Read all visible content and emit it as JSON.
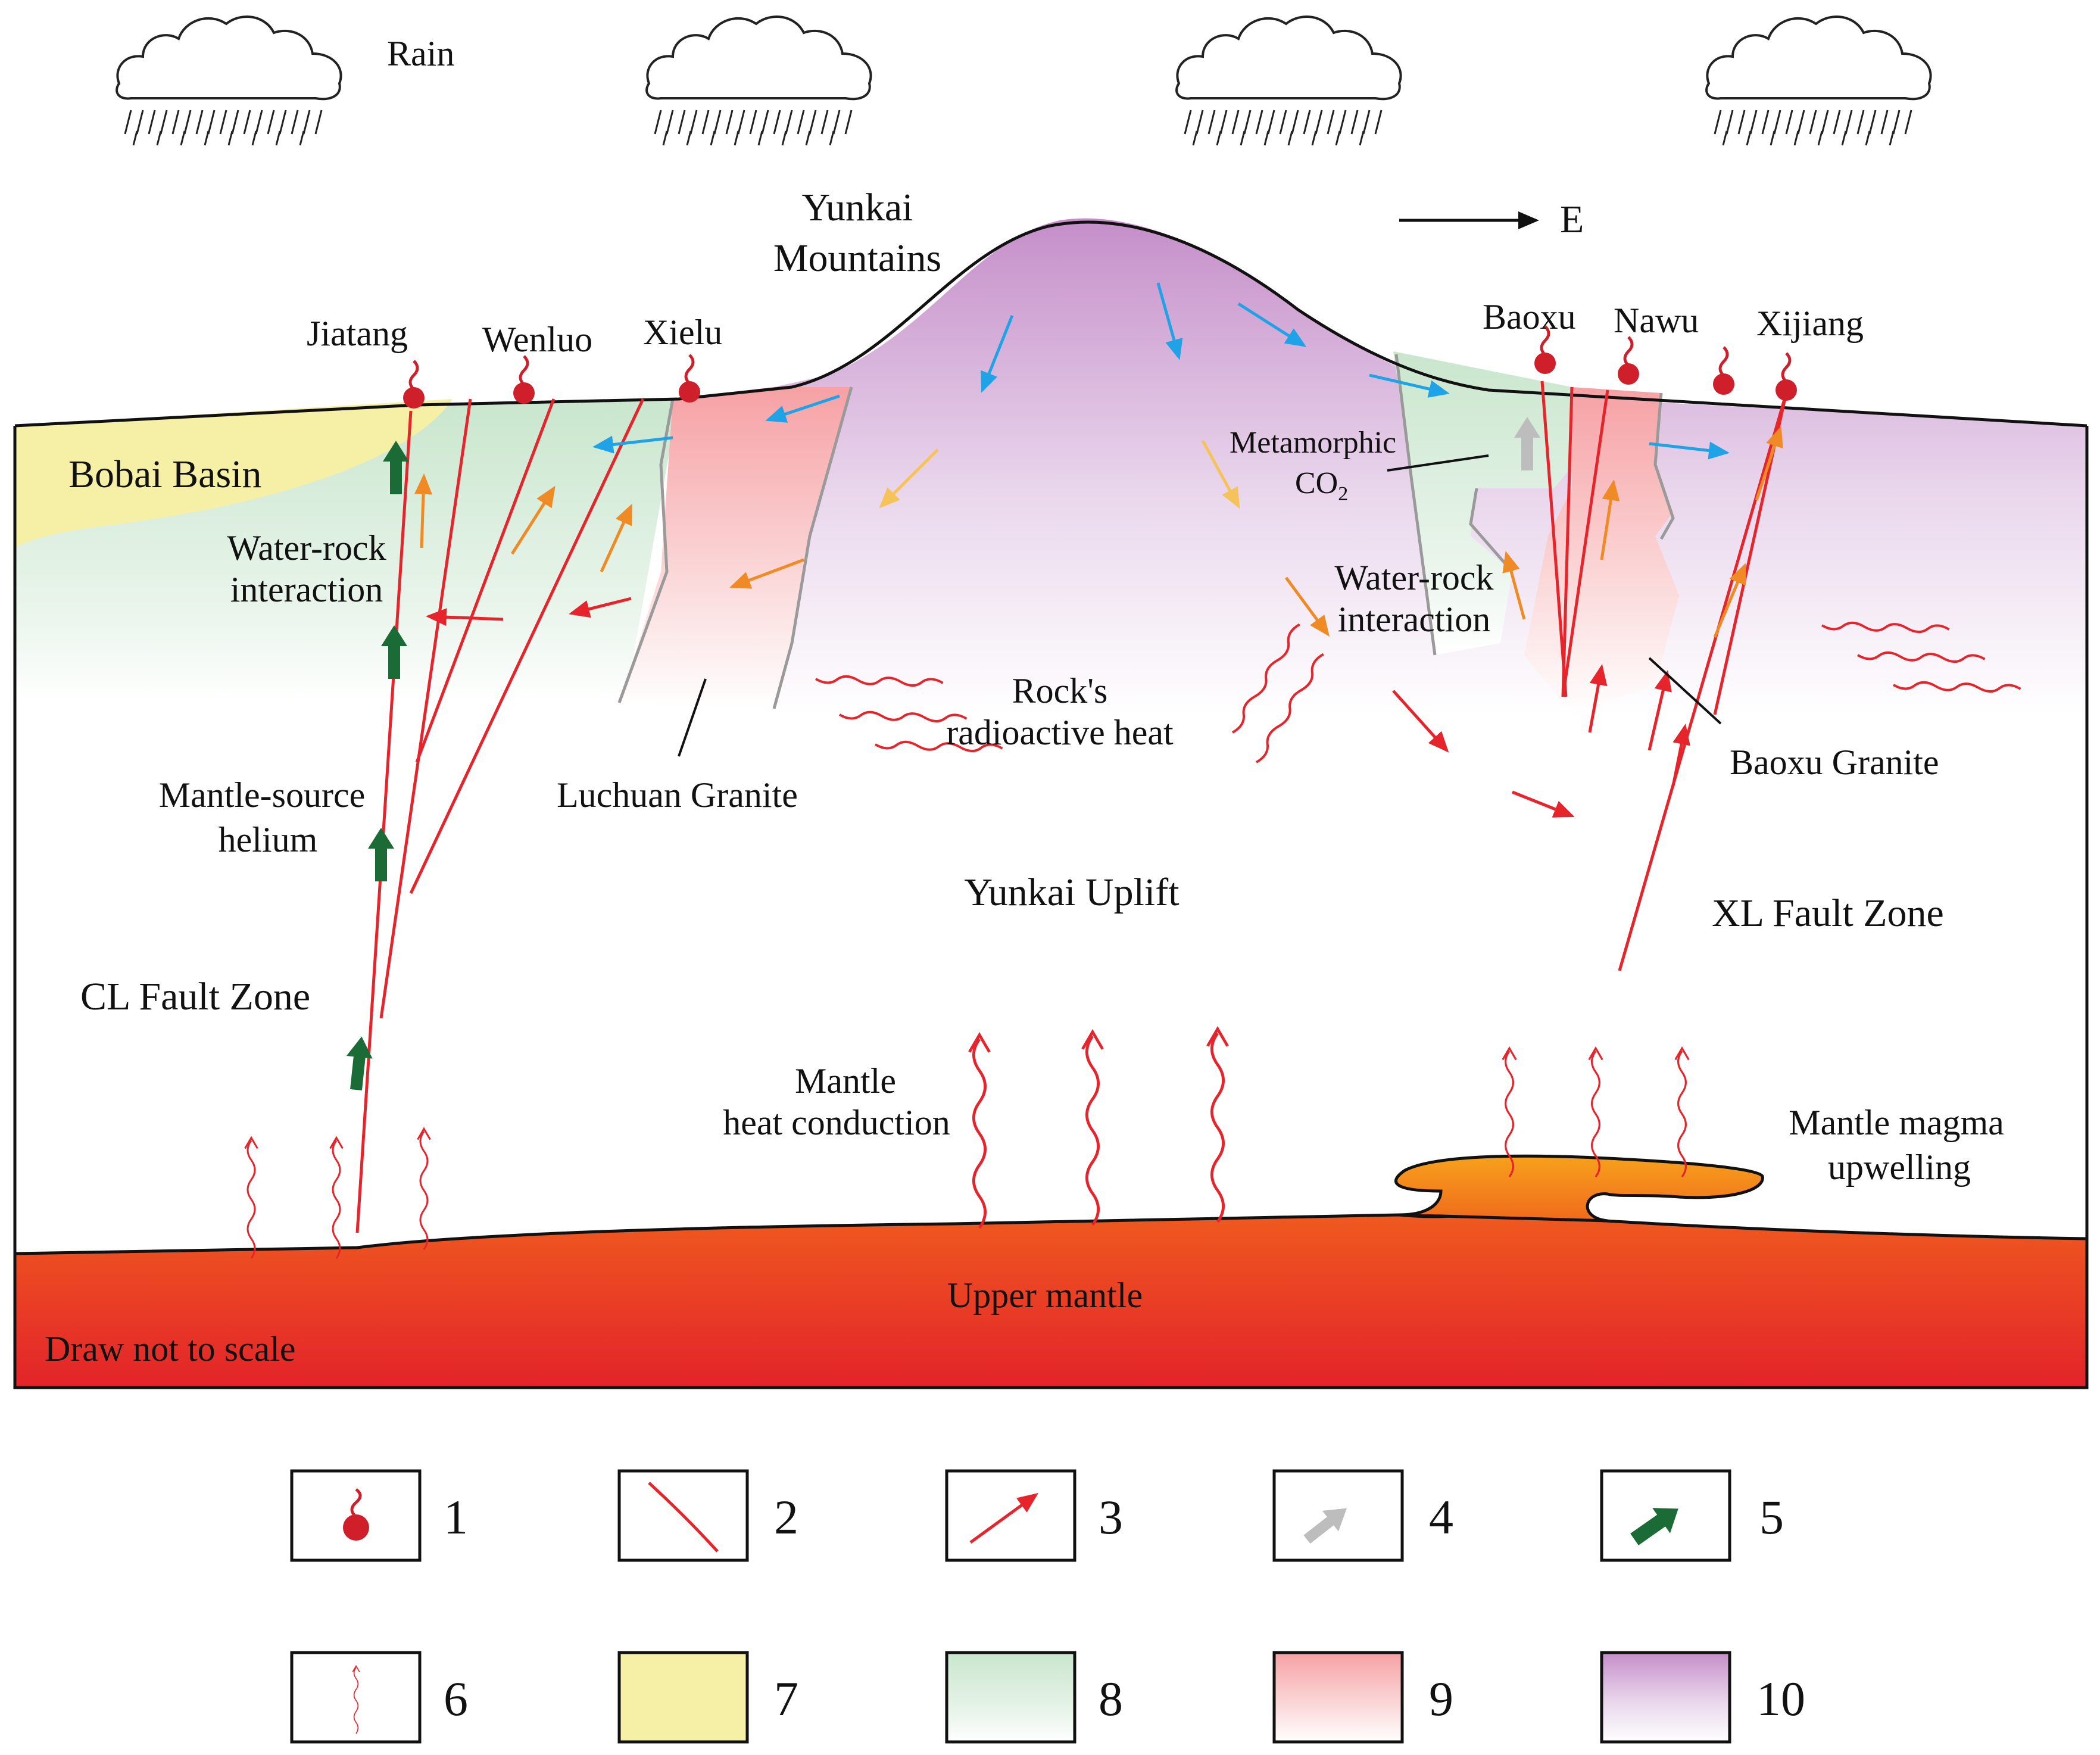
{
  "weather": {
    "rain_label": "Rain"
  },
  "direction": {
    "label": "E"
  },
  "labels": {
    "mountains_line1": "Yunkai",
    "mountains_line2": "Mountains",
    "bobai_basin": "Bobai Basin",
    "water_rock_left_1": "Water-rock",
    "water_rock_left_2": "interaction",
    "mantle_helium_1": "Mantle-source",
    "mantle_helium_2": "helium",
    "cl_fault_zone": "CL Fault Zone",
    "luchuan_granite": "Luchuan Granite",
    "rock_heat_1": "Rock's",
    "rock_heat_2": "radioactive heat",
    "yunkai_uplift": "Yunkai Uplift",
    "metamorphic_1": "Metamorphic",
    "metamorphic_2": "CO",
    "metamorphic_sub": "2",
    "water_rock_right_1": "Water-rock",
    "water_rock_right_2": "interaction",
    "baoxu_granite": "Baoxu Granite",
    "xl_fault_zone": "XL Fault Zone",
    "mantle_heat_1": "Mantle",
    "mantle_heat_2": "heat conduction",
    "magma_1": "Mantle magma",
    "magma_2": "upwelling",
    "upper_mantle": "Upper mantle",
    "not_to_scale": "Draw not to scale"
  },
  "springs": [
    "Jiatang",
    "Wenluo",
    "Xielu",
    "Baoxu",
    "Nawu",
    "Xijiang"
  ],
  "legend": [
    "1",
    "2",
    "3",
    "4",
    "5",
    "6",
    "7",
    "8",
    "9",
    "10"
  ],
  "colors": {
    "fault_red": "#e5242b",
    "spring_red": "#cf1f2b",
    "helium_green": "#1a6b35",
    "co2_gray": "#bdbdbd",
    "water_blue": "#1fa3e6",
    "orange_flow": "#f08a24",
    "basin_yellow": "#f6f0a6",
    "green_zone": "#cfe8d2",
    "pink_granite": "#f7a4a7",
    "purple_metamorphic": "#c48fc9"
  }
}
